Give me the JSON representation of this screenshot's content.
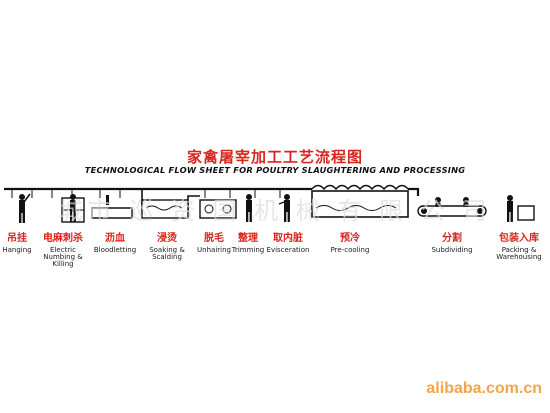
{
  "title_cn": "家禽屠宰加工工艺流程图",
  "title_en": "TECHNOLOGICAL FLOW SHEET FOR POULTRY SLAUGHTERING AND PROCESSING",
  "watermark_text": "城市 巡 资 国 机 械 有 限 公 司",
  "steps": [
    {
      "cn": "吊挂",
      "en": "Hanging",
      "icon": "hanging-worker-icon"
    },
    {
      "cn": "电麻刺杀",
      "en": "Electric Numbing & Killing",
      "icon": "numbing-killing-icon"
    },
    {
      "cn": "沥血",
      "en": "Bloodletting",
      "icon": "bloodletting-icon"
    },
    {
      "cn": "浸烫",
      "en": "Soaking & Scalding",
      "icon": "scalding-tank-icon"
    },
    {
      "cn": "脱毛",
      "en": "Unhairing",
      "icon": "unhairing-machine-icon"
    },
    {
      "cn": "整理",
      "en": "Trimming",
      "icon": "trimming-worker-icon"
    },
    {
      "cn": "取内脏",
      "en": "Evisceration",
      "icon": "evisceration-worker-icon"
    },
    {
      "cn": "预冷",
      "en": "Pre-cooling",
      "icon": "precooling-tank-icon"
    },
    {
      "cn": "分割",
      "en": "Subdividing",
      "icon": "subdividing-conveyor-icon"
    },
    {
      "cn": "包装入库",
      "en": "Packing & Warehousing",
      "icon": "packing-worker-icon"
    }
  ],
  "footer_watermark": "alibaba.com.cn",
  "colors": {
    "title": "#d8261e",
    "line": "#111111",
    "watermark": "#f2a54a"
  }
}
